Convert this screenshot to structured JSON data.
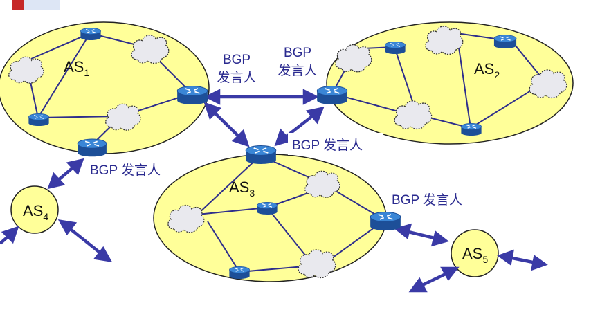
{
  "colors": {
    "oval_fill": "#ffff99",
    "oval_stroke": "#222222",
    "link": "#2e2e8c",
    "arrow": "#3a3aa6",
    "router_top": "#2f78c8",
    "router_side": "#1d4f98",
    "cloud_fill": "#e8e8ee",
    "label": "#2a2a8f"
  },
  "autonomous_systems": [
    {
      "id": "as1",
      "name": "AS",
      "sub": "1"
    },
    {
      "id": "as2",
      "name": "AS",
      "sub": "2"
    },
    {
      "id": "as3",
      "name": "AS",
      "sub": "3"
    },
    {
      "id": "as4",
      "name": "AS",
      "sub": "4"
    },
    {
      "id": "as5",
      "name": "AS",
      "sub": "5"
    }
  ],
  "speaker_labels": {
    "as1_east_line1": "BGP",
    "as1_east_line2": "发言人",
    "as2_west_line1": "BGP",
    "as2_west_line2": "发言人",
    "as3_north": "BGP 发言人",
    "as1_south": "BGP 发言人",
    "as3_east": "BGP 发言人"
  }
}
